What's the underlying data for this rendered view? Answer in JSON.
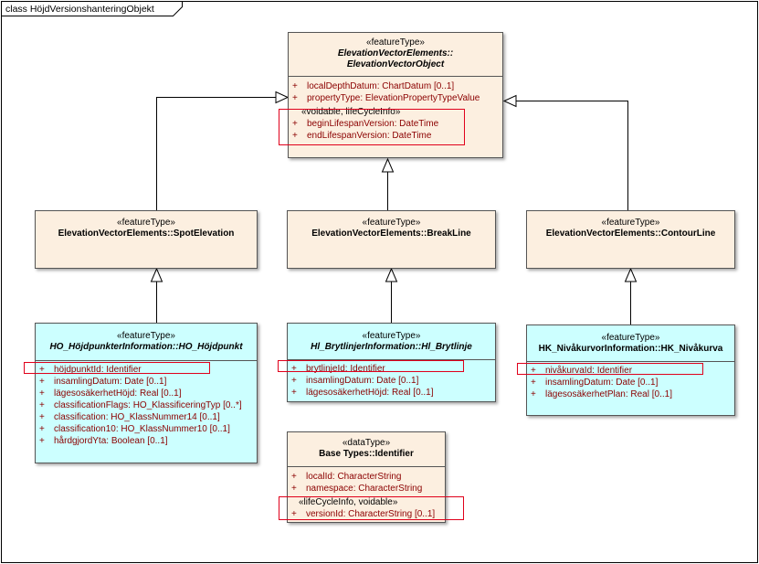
{
  "frame": {
    "title": "class HöjdVersionshanteringObjekt"
  },
  "classes": {
    "elevationVectorObject": {
      "stereotype": "«featureType»",
      "name_line1": "ElevationVectorElements::",
      "name_line2": "ElevationVectorObject",
      "attributes": [
        {
          "vis": "+",
          "text": "localDepthDatum: ChartDatum [0..1]"
        },
        {
          "vis": "+",
          "text": "propertyType: ElevationPropertyTypeValue"
        }
      ],
      "group": "«voidable, lifeCycleInfo»",
      "group_attributes": [
        {
          "vis": "+",
          "text": "beginLifespanVersion: DateTime"
        },
        {
          "vis": "+",
          "text": "endLifespanVersion: DateTime"
        }
      ]
    },
    "spotElevation": {
      "stereotype": "«featureType»",
      "name": "ElevationVectorElements::SpotElevation"
    },
    "breakLine": {
      "stereotype": "«featureType»",
      "name": "ElevationVectorElements::BreakLine"
    },
    "contourLine": {
      "stereotype": "«featureType»",
      "name": "ElevationVectorElements::ContourLine"
    },
    "hoHojdpunkt": {
      "stereotype": "«featureType»",
      "name": "HO_HöjdpunkterInformation::HO_Höjdpunkt",
      "attributes": [
        {
          "vis": "+",
          "text": "höjdpunktId: Identifier"
        },
        {
          "vis": "+",
          "text": "insamlingDatum: Date [0..1]"
        },
        {
          "vis": "+",
          "text": "lägesosäkerhetHöjd: Real [0..1]"
        },
        {
          "vis": "+",
          "text": "classificationFlags: HO_KlassificeringTyp [0..*]"
        },
        {
          "vis": "+",
          "text": "classification: HO_KlassNummer14 [0..1]"
        },
        {
          "vis": "+",
          "text": "classification10: HO_KlassNummer10 [0..1]"
        },
        {
          "vis": "+",
          "text": "hårdgjordYta: Boolean [0..1]"
        }
      ]
    },
    "hlBrytlinje": {
      "stereotype": "«featureType»",
      "name": "Hl_BrytlinjerInformation::Hl_Brytlinje",
      "attributes": [
        {
          "vis": "+",
          "text": "brytlinjeId: Identifier"
        },
        {
          "vis": "+",
          "text": "insamlingDatum: Date [0..1]"
        },
        {
          "vis": "+",
          "text": "lägesosäkerhetHöjd: Real [0..1]"
        }
      ]
    },
    "hkNivakurva": {
      "stereotype": "«featureType»",
      "name": "HK_NivåkurvorInformation::HK_Nivåkurva",
      "attributes": [
        {
          "vis": "+",
          "text": "nivåkurvaId: Identifier"
        },
        {
          "vis": "+",
          "text": "insamlingDatum: Date [0..1]"
        },
        {
          "vis": "+",
          "text": "lägesosäkerhetPlan: Real [0..1]"
        }
      ]
    },
    "identifier": {
      "stereotype": "«dataType»",
      "name": "Base Types::Identifier",
      "attributes": [
        {
          "vis": "+",
          "text": "localId: CharacterString"
        },
        {
          "vis": "+",
          "text": "namespace: CharacterString"
        }
      ],
      "group": "«lifeCycleInfo, voidable»",
      "group_attributes": [
        {
          "vis": "+",
          "text": "versionId: CharacterString [0..1]"
        }
      ]
    }
  },
  "colors": {
    "featureFill": "#fcefe0",
    "leafFill": "#ccffff",
    "attributeText": "#8b0000",
    "highlight": "#e0001b"
  }
}
